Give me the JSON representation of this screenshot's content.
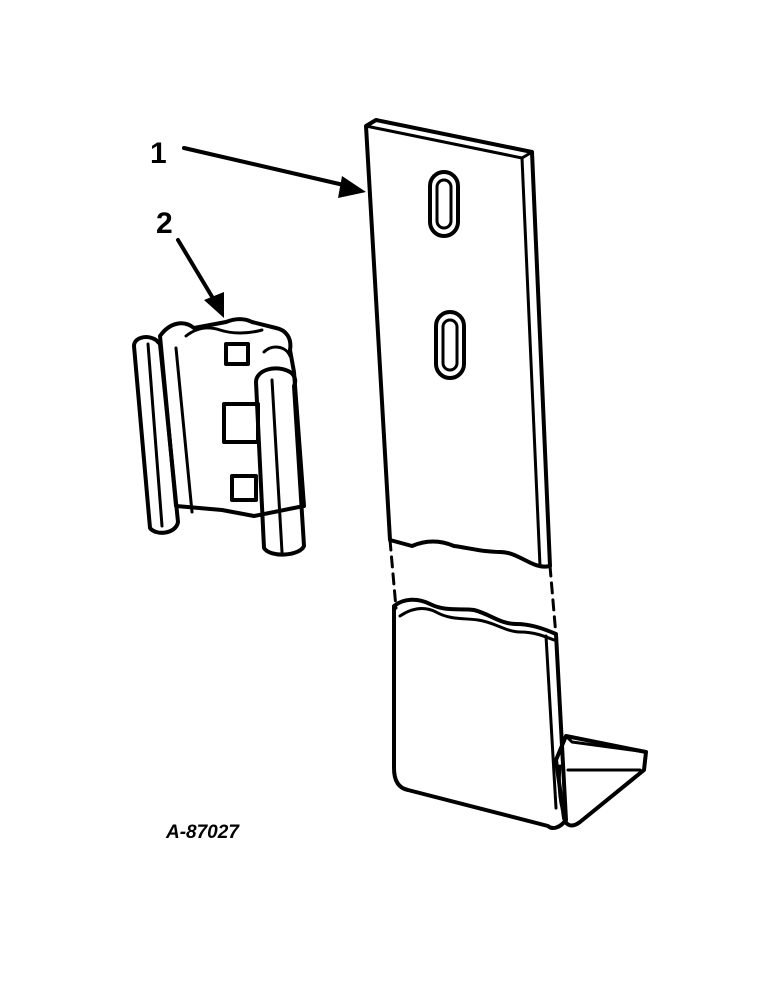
{
  "diagram": {
    "callouts": [
      {
        "id": "1",
        "label": "1",
        "target": "bracket"
      },
      {
        "id": "2",
        "label": "2",
        "target": "clip"
      }
    ],
    "figure_id": "A-87027",
    "parts": [
      "bracket",
      "clip"
    ]
  }
}
